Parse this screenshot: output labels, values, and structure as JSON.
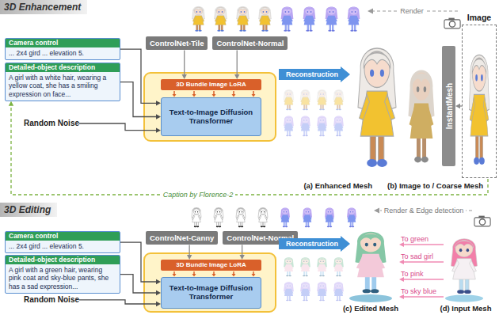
{
  "diagram": {
    "nodes": [
      {
        "text": [
          "3D Enhancement"
        ]
      },
      {
        "text": [
          "Camera control",
          "... 2x4 gird ... elevation 5."
        ]
      },
      {
        "text": [
          "Detailed-object description",
          "A girl with a white hair, wearing a yellow coat, she has a smiling expression on face..."
        ]
      },
      {
        "text": [
          "Random Noise"
        ]
      },
      {
        "text": [
          "ControlNet-Tile"
        ]
      },
      {
        "text": [
          "ControlNet-Normal"
        ]
      },
      {
        "text": [
          "3D Bundle Image LoRA"
        ]
      },
      {
        "text": [
          "Text-to-Image Diffusion Transformer"
        ]
      },
      {
        "text": [
          "Reconstruction"
        ]
      },
      {
        "text": [
          "Image"
        ]
      },
      {
        "text": [
          "InstantMesh"
        ]
      },
      {
        "text": [
          "3D Editing"
        ]
      },
      {
        "text": [
          "Camera control",
          "... 2x4 gird ... elevation 5."
        ]
      },
      {
        "text": [
          "Detailed-object description",
          "A girl with a green hair, wearing pink coat and sky-blue pants, she has a sad expression..."
        ]
      },
      {
        "text": [
          "Random Noise"
        ]
      },
      {
        "text": [
          "ControlNet-Canny"
        ]
      },
      {
        "text": [
          "ControlNet-Normal"
        ]
      },
      {
        "text": [
          "3D Bundle Image LoRA"
        ]
      },
      {
        "text": [
          "Text-to-Image Diffusion Transformer"
        ]
      },
      {
        "text": [
          "Reconstruction"
        ]
      }
    ],
    "edges": [
      {
        "from": 1,
        "to": 7,
        "arrow": "to"
      },
      {
        "from": 2,
        "to": 7,
        "arrow": "to"
      },
      {
        "from": 3,
        "to": 7,
        "arrow": "to"
      },
      {
        "from": 4,
        "to": 6,
        "arrow": "to"
      },
      {
        "from": 5,
        "to": 6,
        "arrow": "to"
      },
      {
        "from": 9,
        "to": 10,
        "arrow": "to"
      },
      {
        "from": 9,
        "to": 2,
        "label": "Caption by Florence-2",
        "arrow": "to"
      },
      {
        "from": 12,
        "to": 18,
        "arrow": "to"
      },
      {
        "from": 13,
        "to": 18,
        "arrow": "to"
      },
      {
        "from": 14,
        "to": 18,
        "arrow": "to"
      },
      {
        "from": 15,
        "to": 17,
        "arrow": "to"
      },
      {
        "from": 16,
        "to": 17,
        "arrow": "to"
      }
    ],
    "labels": [
      "Render",
      "(a) Enhanced Mesh",
      "(b) Image to / Coarse Mesh",
      "Render & Edge detection",
      "To green",
      "To sad girl",
      "To pink",
      "To sky blue",
      "(c) Edited Mesh",
      "(d) Input Mesh"
    ]
  }
}
